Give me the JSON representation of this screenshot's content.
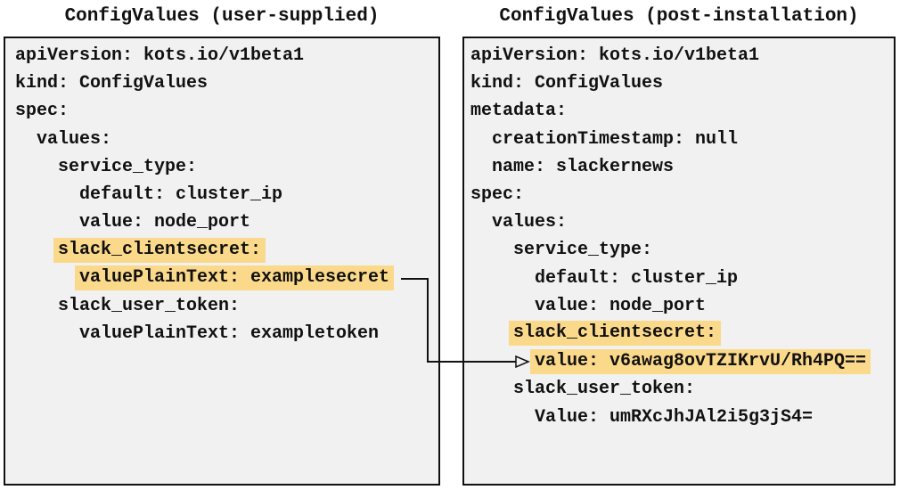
{
  "colors": {
    "highlight": "#fbd98b",
    "panel_background": "#f1f1f1",
    "border": "#111111",
    "text": "#111111",
    "arrow": "#111111"
  },
  "panels": [
    {
      "title": "ConfigValues (user-supplied)",
      "lines": [
        {
          "indent": 0,
          "text": "apiVersion: kots.io/v1beta1",
          "highlight": false
        },
        {
          "indent": 0,
          "text": "kind: ConfigValues",
          "highlight": false
        },
        {
          "indent": 0,
          "text": "spec:",
          "highlight": false
        },
        {
          "indent": 2,
          "text": "values:",
          "highlight": false
        },
        {
          "indent": 4,
          "text": "service_type:",
          "highlight": false
        },
        {
          "indent": 6,
          "text": "default: cluster_ip",
          "highlight": false
        },
        {
          "indent": 6,
          "text": "value: node_port",
          "highlight": false
        },
        {
          "indent": 4,
          "text": "slack_clientsecret:",
          "highlight": true
        },
        {
          "indent": 6,
          "text": "valuePlainText: examplesecret",
          "highlight": true
        },
        {
          "indent": 4,
          "text": "slack_user_token:",
          "highlight": false
        },
        {
          "indent": 6,
          "text": "valuePlainText: exampletoken",
          "highlight": false
        }
      ]
    },
    {
      "title": "ConfigValues (post-installation)",
      "lines": [
        {
          "indent": 0,
          "text": "apiVersion: kots.io/v1beta1",
          "highlight": false
        },
        {
          "indent": 0,
          "text": "kind: ConfigValues",
          "highlight": false
        },
        {
          "indent": 0,
          "text": "metadata:",
          "highlight": false
        },
        {
          "indent": 2,
          "text": "creationTimestamp: null",
          "highlight": false
        },
        {
          "indent": 2,
          "text": "name: slackernews",
          "highlight": false
        },
        {
          "indent": 0,
          "text": "spec:",
          "highlight": false
        },
        {
          "indent": 2,
          "text": "values:",
          "highlight": false
        },
        {
          "indent": 4,
          "text": "service_type:",
          "highlight": false
        },
        {
          "indent": 6,
          "text": "default: cluster_ip",
          "highlight": false
        },
        {
          "indent": 6,
          "text": "value: node_port",
          "highlight": false
        },
        {
          "indent": 4,
          "text": "slack_clientsecret:",
          "highlight": true
        },
        {
          "indent": 6,
          "text": "value: v6awag8ovTZIKrvU/Rh4PQ==",
          "highlight": true
        },
        {
          "indent": 4,
          "text": "slack_user_token:",
          "highlight": false
        },
        {
          "indent": 6,
          "text": "Value: umRXcJhJAl2i5g3jS4=",
          "highlight": false
        }
      ]
    }
  ],
  "connector": {
    "from": "valuePlainText: examplesecret",
    "to": "value: v6awag8ovTZIKrvU/Rh4PQ=="
  }
}
